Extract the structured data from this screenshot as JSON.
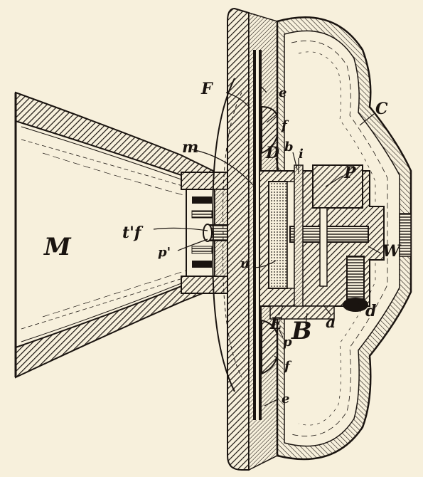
{
  "figure": {
    "background": "#f7f0dc",
    "ink": "#1a1410",
    "labels": {
      "M": "M",
      "F": "F",
      "C": "C",
      "P": "P",
      "W": "W",
      "D": "D",
      "b": "b",
      "i": "i",
      "m": "m",
      "e_top": "e",
      "e_bottom": "e",
      "f_top": "f",
      "f_bottom": "f",
      "tf": "t'f",
      "p_prime": "p'",
      "u": "u",
      "E": "E",
      "B": "B",
      "a": "a",
      "d": "d",
      "p": "p"
    }
  }
}
